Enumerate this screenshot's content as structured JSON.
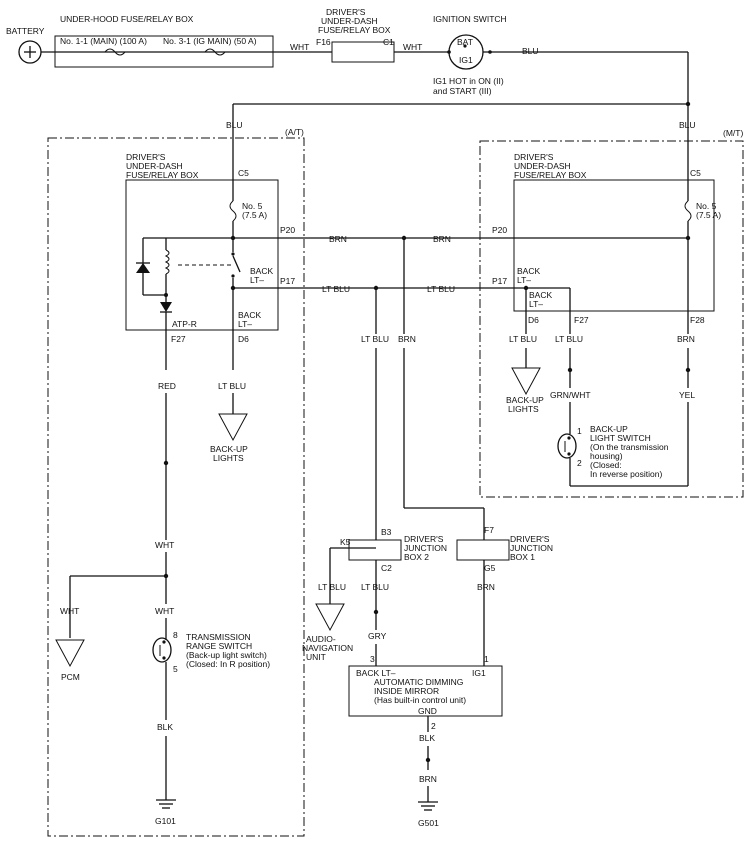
{
  "top": {
    "battery": "BATTERY",
    "underhood_box": "UNDER-HOOD FUSE/RELAY BOX",
    "fuse_main": "No. 1-1 (MAIN) (100 A)",
    "fuse_ig_main": "No. 3-1 (IG MAIN) (50 A)",
    "wire_wht_1": "WHT",
    "f16": "F16",
    "underdash_box_l1": "DRIVER'S",
    "underdash_box_l2": "UNDER-DASH",
    "underdash_box_l3": "FUSE/RELAY BOX",
    "c1": "C1",
    "wire_wht_2": "WHT",
    "ign_switch": "IGNITION SWITCH",
    "bat": "BAT",
    "ig1": "IG1",
    "ign_note_1": "IG1 HOT in ON (II)",
    "ign_note_2": "and START (III)",
    "wire_blu": "BLU"
  },
  "at": {
    "section": "(A/T)",
    "wire_blu": "BLU",
    "box_l1": "DRIVER'S",
    "box_l2": "UNDER-DASH",
    "box_l3": "FUSE/RELAY BOX",
    "c5": "C5",
    "fuse_l1": "No. 5",
    "fuse_l2": "(7.5 A)",
    "p20": "P20",
    "p17": "P17",
    "relay_back_l1": "BACK",
    "relay_back_l2": "LT–",
    "atp_r": "ATP-R",
    "back_lt_l1": "BACK",
    "back_lt_l2": "LT–",
    "f27": "F27",
    "d6": "D6",
    "wire_red": "RED",
    "wire_lt_blu": "LT BLU",
    "backup_l1": "BACK-UP",
    "backup_l2": "LIGHTS",
    "wire_wht_a": "WHT",
    "wire_wht_b": "WHT",
    "wire_wht_c": "WHT",
    "pcm": "PCM",
    "pin8": "8",
    "pin5": "5",
    "trs_l1": "TRANSMISSION",
    "trs_l2": "RANGE SWITCH",
    "trs_l3": "(Back-up light switch)",
    "trs_l4": "(Closed: In R position)",
    "wire_blk": "BLK",
    "g101": "G101"
  },
  "center": {
    "wire_brn_1": "BRN",
    "wire_brn_2": "BRN",
    "wire_ltblu_1": "LT BLU",
    "wire_ltblu_2": "LT BLU",
    "wire_ltblu_v": "LT BLU",
    "wire_brn_v": "BRN",
    "k5": "K5",
    "b3": "B3",
    "c2": "C2",
    "jb2_l1": "DRIVER'S",
    "jb2_l2": "JUNCTION",
    "jb2_l3": "BOX 2",
    "f7": "F7",
    "g5": "G5",
    "jb1_l1": "DRIVER'S",
    "jb1_l2": "JUNCTION",
    "jb1_l3": "BOX 1",
    "wire_ltblu_k5": "LT BLU",
    "wire_ltblu_c2": "LT BLU",
    "wire_brn_g5": "BRN",
    "audio_l1": "AUDIO-",
    "audio_l2": "NAVIGATION",
    "audio_l3": "UNIT",
    "wire_gry": "GRY",
    "pin3": "3",
    "pin1": "1",
    "mirror_back": "BACK LT–",
    "mirror_ig1": "IG1",
    "mirror_l1": "AUTOMATIC DIMMING",
    "mirror_l2": "INSIDE MIRROR",
    "mirror_l3": "(Has built-in control unit)",
    "mirror_gnd": "GND",
    "pin2": "2",
    "wire_blk": "BLK",
    "wire_brn_g": "BRN",
    "g501": "G501"
  },
  "mt": {
    "wire_blu": "BLU",
    "section": "(M/T)",
    "box_l1": "DRIVER'S",
    "box_l2": "UNDER-DASH",
    "box_l3": "FUSE/RELAY BOX",
    "c5": "C5",
    "fuse_l1": "No. 5",
    "fuse_l2": "(7.5 A)",
    "p20": "P20",
    "p17": "P17",
    "back_a_l1": "BACK",
    "back_a_l2": "LT–",
    "back_b_l1": "BACK",
    "back_b_l2": "LT–",
    "d6": "D6",
    "f27": "F27",
    "f28": "F28",
    "wire_ltblu_a": "LT BLU",
    "wire_ltblu_b": "LT BLU",
    "wire_brn": "BRN",
    "backup_l1": "BACK-UP",
    "backup_l2": "LIGHTS",
    "wire_grnwht": "GRN/WHT",
    "wire_yel": "YEL",
    "pin1": "1",
    "pin2": "2",
    "bls_l1": "BACK-UP",
    "bls_l2": "LIGHT SWITCH",
    "bls_l3": "(On the transmission",
    "bls_l4": "housing)",
    "bls_l5": "(Closed:",
    "bls_l6": "In reverse position)"
  }
}
